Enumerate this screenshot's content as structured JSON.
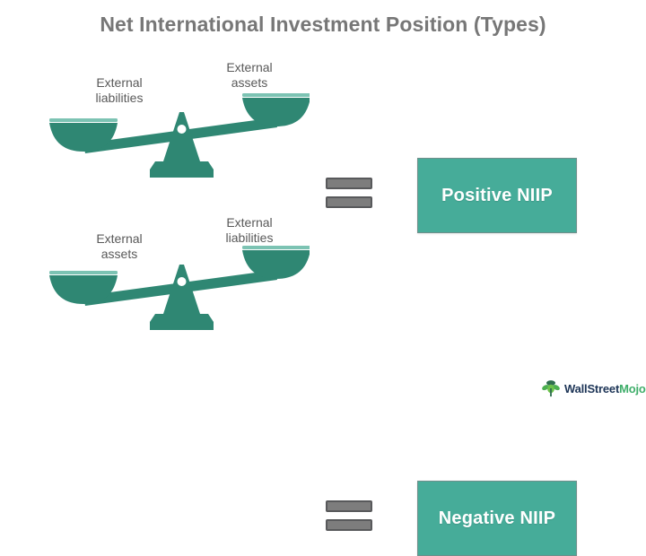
{
  "page": {
    "title": "Net International Investment Position (Types)",
    "background_color": "#ffffff",
    "title_color": "#777777"
  },
  "colors": {
    "accent_teal": "#46ac99",
    "scale_teal": "#2f8773",
    "scale_pan_rim": "#7cc3b3",
    "equals_gray": "#7d7d7d",
    "equals_border": "#58595b",
    "label_gray": "#595959"
  },
  "rows": [
    {
      "id": "positive",
      "scale": {
        "name": "balance-scale-positive",
        "tilt": "left-down",
        "left_pan": {
          "label": "External\nliabilities",
          "position": "low"
        },
        "right_pan": {
          "label": "External\nassets",
          "position": "high"
        }
      },
      "operator": "equals",
      "result": {
        "label": "Positive NIIP",
        "box_color": "#46ac99",
        "text_color": "#ffffff"
      }
    },
    {
      "id": "negative",
      "scale": {
        "name": "balance-scale-negative",
        "tilt": "left-down",
        "left_pan": {
          "label": "External\nassets",
          "position": "low"
        },
        "right_pan": {
          "label": "External\nliabilities",
          "position": "high"
        }
      },
      "operator": "equals",
      "result": {
        "label": "Negative NIIP",
        "box_color": "#46ac99",
        "text_color": "#ffffff"
      }
    }
  ],
  "logo": {
    "text_primary": "WallStreet",
    "text_secondary": "Mojo",
    "primary_color": "#1d3557",
    "secondary_color": "#3fae6a"
  }
}
